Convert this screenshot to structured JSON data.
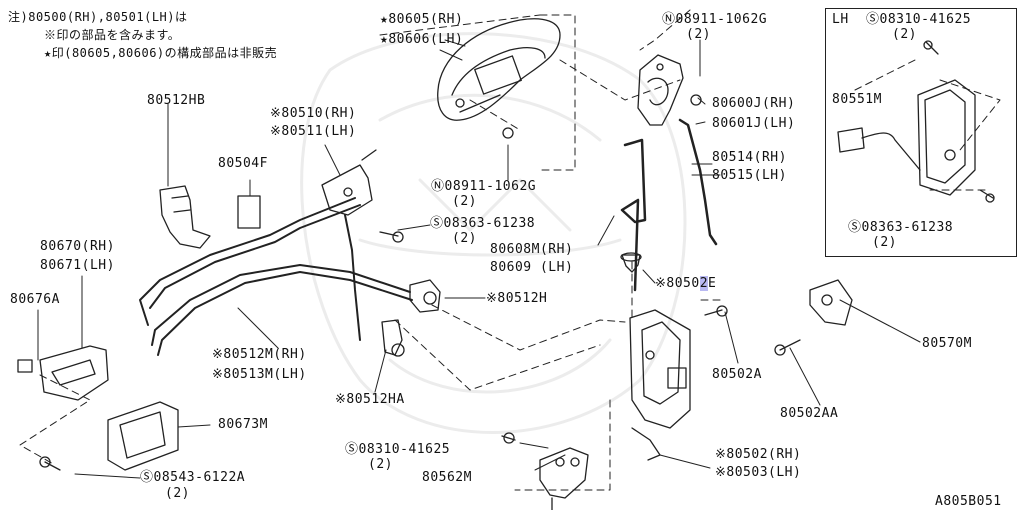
{
  "notes": {
    "line1": "注)80500(RH),80501(LH)は",
    "line2": "※印の部品を含みます。",
    "line3": "★印(80605,80606)の構成部品は非販売"
  },
  "labels": {
    "p80605": "★80605(RH)",
    "p80606": "★80606(LH)",
    "n08911a": "Ⓝ08911-1062G",
    "n08911a_q": "(2)",
    "p80600j": "80600J(RH)",
    "p80601j": "80601J(LH)",
    "p80512hb": "80512HB",
    "p80510": "※80510(RH)",
    "p80511": "※80511(LH)",
    "p80504f": "80504F",
    "n08911b": "Ⓝ08911-1062G",
    "n08911b_q": "(2)",
    "p80514": "80514(RH)",
    "p80515": "80515(LH)",
    "s08363a": "Ⓢ08363-61238",
    "s08363a_q": "(2)",
    "p80670": "80670(RH)",
    "p80671": "80671(LH)",
    "p80608m": "80608M(RH)",
    "p80609": "80609 (LH)",
    "p80502e_prefix": "※8050",
    "p80502e_sel": "2",
    "p80502e_suffix": "E",
    "p80676a": "80676A",
    "p80512h": "※80512H",
    "p80512m": "※80512M(RH)",
    "p80513m": "※80513M(LH)",
    "p80512ha": "※80512HA",
    "p80502a": "80502A",
    "p80673m": "80673M",
    "s08310a": "Ⓢ08310-41625",
    "s08310a_q": "(2)",
    "p80562m": "80562M",
    "p80502": "※80502(RH)",
    "p80503": "※80503(LH)",
    "s08543": "Ⓢ08543-6122A",
    "s08543_q": "(2)",
    "p80570m": "80570M",
    "p80502aa": "80502AA",
    "ref": "A805B051"
  },
  "inset": {
    "side": "LH",
    "s08310": "Ⓢ08310-41625",
    "s08310_q": "(2)",
    "p80551m": "80551M",
    "s08363": "Ⓢ08363-61238",
    "s08363_q": "(2)"
  }
}
